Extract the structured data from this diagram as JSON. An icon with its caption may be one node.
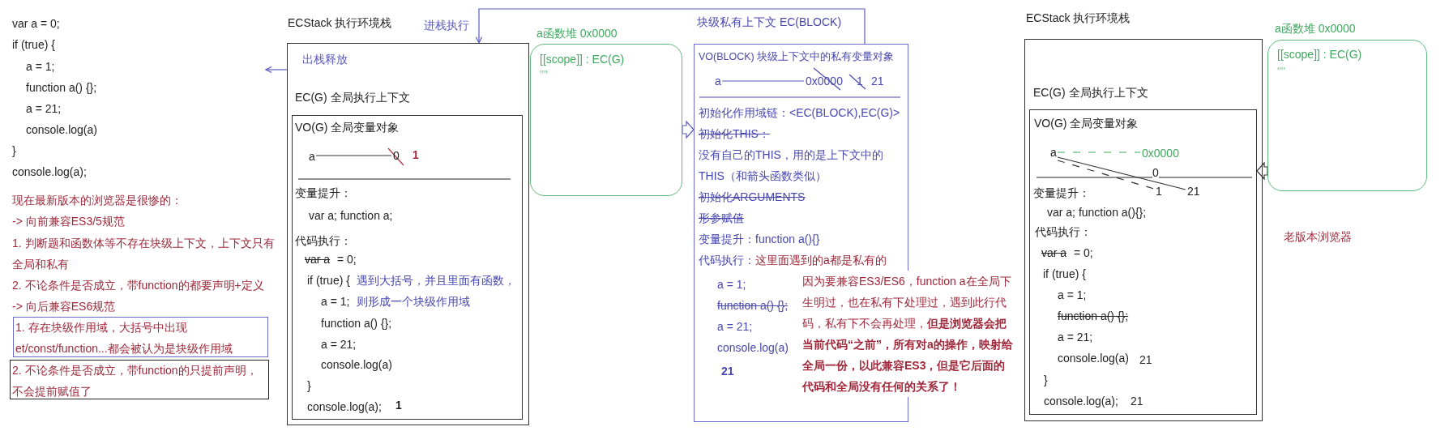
{
  "diagram": {
    "nodes": [
      {
        "text": [
          "1. 存在块级作用域，大括号中出现et/const/function...都会被认为是块级作用域"
        ]
      },
      {
        "text": [
          "2. 不论条件是否成立，带function的只提前声明，不会提前赋值了"
        ]
      },
      {
        "text": [
          "ECStack 执行环境栈",
          "EC(G) 全局执行上下文"
        ]
      },
      {
        "text": [
          "VO(G) 全局变量对象",
          "1",
          "变量提升：",
          "var a; function a;",
          "代码执行：",
          "var a",
          "= 0;",
          "if (true) {",
          "遇到大括号，并且里面有函数，",
          "a = 1;",
          "则形成一个块级作用域",
          "function a() {};",
          "a = 21;",
          "console.log(a)",
          "}",
          "console.log(a);",
          "1"
        ],
        "in": 2
      },
      {
        "text": [
          "a"
        ],
        "in": 3
      },
      {
        "text": [
          "0"
        ],
        "in": 3
      },
      {
        "text": [
          "a函数堆 0x0000",
          "[[scope]] : EC(G)",
          "\"\""
        ]
      },
      {
        "text": [
          "块级私有上下文 EC(BLOCK)",
          "VO(BLOCK) 块级上下文中的私有变量对象",
          "1",
          "21",
          "初始化作用域链：<EC(BLOCK),EC(G)>",
          "初始化THIS：",
          "没有自己的THIS，用的是上下文中的THIS（和箭头函数类似）",
          "初始化ARGUMENTS",
          "形参赋值",
          "变量提升：function a(){}",
          "代码执行：",
          "这里面遇到的a都是私有的",
          "a = 1;",
          "function a() {};",
          "a = 21;",
          "console.log(a)",
          "21"
        ]
      },
      {
        "text": [
          "a"
        ],
        "in": 7
      },
      {
        "text": [
          "0x0000"
        ],
        "in": 7
      },
      {
        "text": [
          "ECStack 执行环境栈",
          "EC(G) 全局执行上下文"
        ]
      },
      {
        "text": [
          "VO(G) 全局变量对象",
          "0",
          "变量提升：",
          "var a; function a(){};",
          "代码执行：",
          "var a",
          "= 0;",
          "if (true) {",
          "a = 1;",
          "function a() {};",
          "a = 21;",
          "console.log(a)",
          "21",
          "}",
          "console.log(a);",
          "21"
        ],
        "in": 10
      },
      {
        "text": [
          "a"
        ],
        "in": 11
      },
      {
        "text": [
          "0x0000"
        ],
        "in": 11
      },
      {
        "text": [
          "1"
        ],
        "in": 11
      },
      {
        "text": [
          "21"
        ],
        "in": 11
      },
      {
        "text": [
          "a函数堆 0x0000",
          "[[scope]] : EC(G)",
          "\"\""
        ]
      }
    ],
    "edges": [
      {
        "from": 7,
        "to": 2,
        "arrow": "to",
        "label": "进栈执行",
        "color": "#5a5ac0"
      },
      {
        "from": 2,
        "to": null,
        "arrow": "to",
        "label": "出栈释放",
        "color": "#5a5ac0"
      },
      {
        "from": 6,
        "to": 7,
        "arrow": "to",
        "color": "#5a5ac0"
      },
      {
        "from": 16,
        "to": 11,
        "arrow": "to",
        "color": "#333333"
      },
      {
        "from": 4,
        "to": 5,
        "arrow": "none",
        "color": "#333333"
      },
      {
        "from": 8,
        "to": 9,
        "arrow": "none",
        "color": "#5a5ac0"
      },
      {
        "from": 12,
        "to": 13,
        "arrow": "none",
        "style": "dashed",
        "color": "#3faa5f"
      },
      {
        "from": 12,
        "to": 15,
        "arrow": "none",
        "color": "#333333"
      },
      {
        "from": 12,
        "to": 14,
        "arrow": "none",
        "style": "dashed",
        "color": "#333333"
      }
    ],
    "labels": [
      "var a = 0;",
      "if (true) {",
      "a = 1;",
      "function a() {};",
      "a = 21;",
      "console.log(a)",
      "}",
      "console.log(a);",
      "现在最新版本的浏览器是很惨的：",
      "-> 向前兼容ES3/5规范",
      "1. 判断题和函数体等不存在块级上下文，上下文只有全局和私有",
      "2. 不论条件是否成立，带function的都要声明+定义",
      "-> 向后兼容ES6规范",
      "因为要兼容ES3/ES6，function a在全局下生明过，也在私有下处理过，遇到此行代码，私有下不会再处理，**但是浏览器会把当前代码“之前”，所有对a的操作，映射给全局一份，以此兼容ES3，但是它后面的代码和全局没有任何的关系了！**",
      "老版本浏览器"
    ]
  }
}
